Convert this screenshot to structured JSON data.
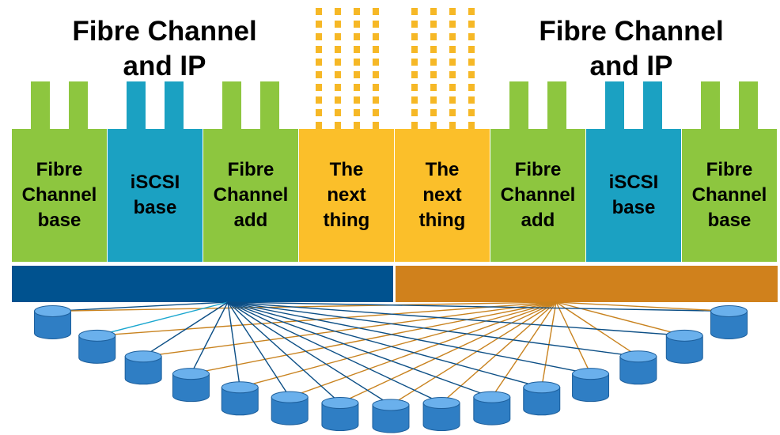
{
  "headings": [
    {
      "lines": [
        "Fibre Channel",
        "and IP"
      ]
    },
    {
      "lines": [
        "Fibre Channel",
        "and IP"
      ]
    }
  ],
  "cards": [
    {
      "lines": [
        "Fibre",
        "Channel",
        "base"
      ],
      "kind": "fc"
    },
    {
      "lines": [
        "iSCSI",
        "base"
      ],
      "kind": "iscsi"
    },
    {
      "lines": [
        "Fibre",
        "Channel",
        "add"
      ],
      "kind": "fc"
    },
    {
      "lines": [
        "The",
        "next",
        "thing"
      ],
      "kind": "next"
    },
    {
      "lines": [
        "The",
        "next",
        "thing"
      ],
      "kind": "next"
    },
    {
      "lines": [
        "Fibre",
        "Channel",
        "add"
      ],
      "kind": "fc"
    },
    {
      "lines": [
        "iSCSI",
        "base"
      ],
      "kind": "iscsi"
    },
    {
      "lines": [
        "Fibre",
        "Channel",
        "base"
      ],
      "kind": "fc"
    }
  ],
  "colors": {
    "fc": "#8dc63f",
    "iscsi": "#1ba1c2",
    "next": "#fbbf2a",
    "port_dots": "#f6b826",
    "controller_left": "#00528f",
    "controller_right": "#d0811c",
    "disk_body": "#2f7ec4",
    "disk_top": "#6ab0ec",
    "link_left": "#0b4e85",
    "link_left_alt": "#19a6cf",
    "link_right": "#c8821e"
  },
  "icons": {
    "disk": "disk-cylinder-icon",
    "port": "port-connector-icon"
  },
  "disk_count": 15
}
